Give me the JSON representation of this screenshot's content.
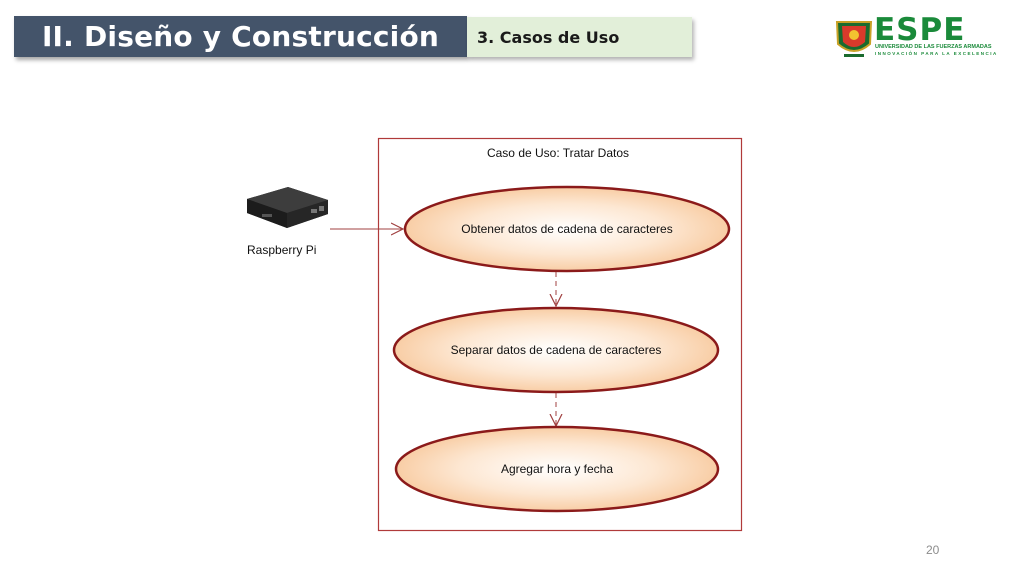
{
  "header": {
    "title": "II. Diseño y Construcción",
    "section": "3. Casos de Uso"
  },
  "logo": {
    "brand": "ESPE",
    "line1": "UNIVERSIDAD DE LAS FUERZAS ARMADAS",
    "line2": "INNOVACIÓN PARA LA EXCELENCIA",
    "brand_color": "#1a8a3a"
  },
  "diagram": {
    "system_title": "Caso de Uso: Tratar Datos",
    "actor": {
      "label": "Raspberry Pi",
      "icon": "raspberry-pi-device-icon"
    },
    "use_cases": [
      "Obtener datos de cadena de caracteres",
      "Separar datos de cadena de caracteres",
      "Agregar hora y fecha"
    ],
    "border_color": "#b03a3a",
    "ellipse_stroke": "#8b1a1a",
    "ellipse_fill_inner": "#ffffff",
    "ellipse_fill_outer": "#f7c79a"
  },
  "footer": {
    "page_number": "20"
  }
}
